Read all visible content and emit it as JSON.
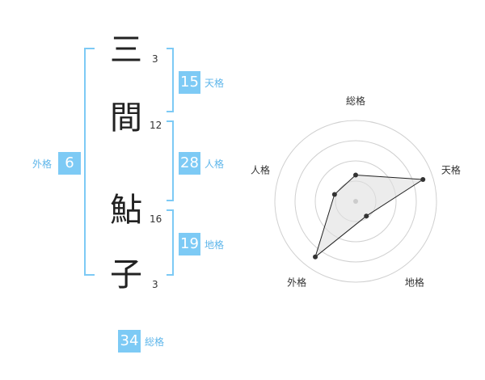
{
  "name_chars": [
    {
      "char": "三",
      "strokes": "3"
    },
    {
      "char": "間",
      "strokes": "12"
    },
    {
      "char": "鮎",
      "strokes": "16"
    },
    {
      "char": "子",
      "strokes": "3"
    }
  ],
  "fortunes": {
    "ten": {
      "value": "15",
      "label": "天格"
    },
    "jin": {
      "value": "28",
      "label": "人格"
    },
    "chi": {
      "value": "19",
      "label": "地格"
    },
    "gai": {
      "value": "6",
      "label": "外格"
    },
    "sou": {
      "value": "34",
      "label": "総格"
    }
  },
  "radar": {
    "axes": [
      "総格",
      "天格",
      "地格",
      "外格",
      "人格"
    ],
    "levels": 4,
    "values": [
      1.3,
      3.5,
      0.9,
      3.4,
      1.1
    ],
    "accent": "#7dcaf5"
  }
}
